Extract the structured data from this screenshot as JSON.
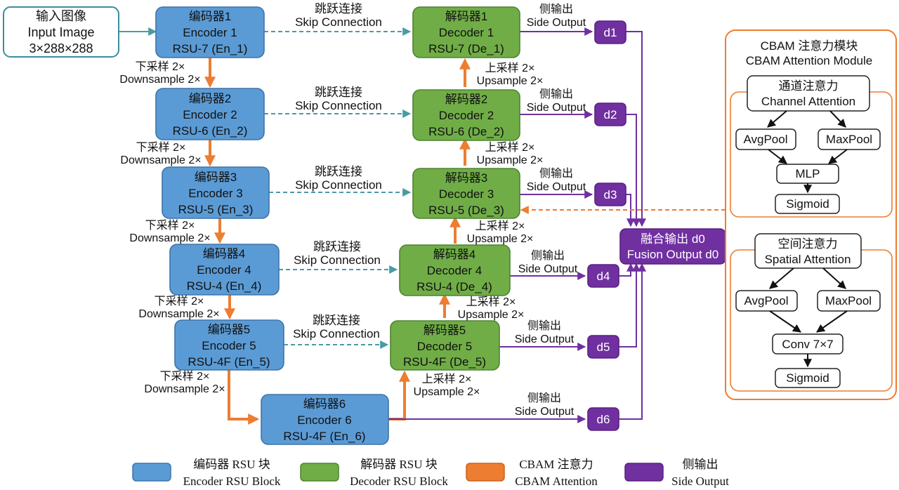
{
  "input": {
    "line1": "输入图像",
    "line2": "Input Image",
    "line3": "3×288×288"
  },
  "encoders": [
    {
      "cn": "编码器1",
      "en": "Encoder 1",
      "rsu": "RSU-7 (En_1)"
    },
    {
      "cn": "编码器2",
      "en": "Encoder 2",
      "rsu": "RSU-6 (En_2)"
    },
    {
      "cn": "编码器3",
      "en": "Encoder 3",
      "rsu": "RSU-5 (En_3)"
    },
    {
      "cn": "编码器4",
      "en": "Encoder 4",
      "rsu": "RSU-4 (En_4)"
    },
    {
      "cn": "编码器5",
      "en": "Encoder 5",
      "rsu": "RSU-4F (En_5)"
    },
    {
      "cn": "编码器6",
      "en": "Encoder 6",
      "rsu": "RSU-4F (En_6)"
    }
  ],
  "decoders": [
    {
      "cn": "解码器1",
      "en": "Decoder 1",
      "rsu": "RSU-7 (De_1)"
    },
    {
      "cn": "解码器2",
      "en": "Decoder 2",
      "rsu": "RSU-6 (De_2)"
    },
    {
      "cn": "解码器3",
      "en": "Decoder 3",
      "rsu": "RSU-5 (De_3)"
    },
    {
      "cn": "解码器4",
      "en": "Decoder 4",
      "rsu": "RSU-4 (De_4)"
    },
    {
      "cn": "解码器5",
      "en": "Decoder 5",
      "rsu": "RSU-4F (De_5)"
    }
  ],
  "labels": {
    "skip_cn": "跳跃连接",
    "skip_en": "Skip Connection",
    "down_cn": "下采样 2×",
    "down_en": "Downsample 2×",
    "up_cn": "上采样 2×",
    "up_en": "Upsample 2×",
    "side_cn": "侧输出",
    "side_en": "Side Output"
  },
  "side_outputs": [
    "d1",
    "d2",
    "d3",
    "d4",
    "d5",
    "d6"
  ],
  "fusion": {
    "cn": "融合输出 d0",
    "en": "Fusion Output d0"
  },
  "cbam": {
    "title_cn": "CBAM 注意力模块",
    "title_en": "CBAM Attention Module",
    "channel": {
      "title_cn": "通道注意力",
      "title_en": "Channel Attention",
      "avgpool": "AvgPool",
      "maxpool": "MaxPool",
      "mlp": "MLP",
      "sigmoid": "Sigmoid"
    },
    "spatial": {
      "title_cn": "空间注意力",
      "title_en": "Spatial Attention",
      "avgpool": "AvgPool",
      "maxpool": "MaxPool",
      "conv": "Conv 7×7",
      "sigmoid": "Sigmoid"
    }
  },
  "legend": [
    {
      "cn": "编码器 RSU 块",
      "en": "Encoder RSU Block",
      "color": "#5b9bd5"
    },
    {
      "cn": "解码器 RSU 块",
      "en": "Decoder RSU Block",
      "color": "#70ad47"
    },
    {
      "cn": "CBAM 注意力",
      "en": "CBAM Attention",
      "color": "#ed7d31"
    },
    {
      "cn": "侧输出",
      "en": "Side Output",
      "color": "#7030a0"
    }
  ]
}
